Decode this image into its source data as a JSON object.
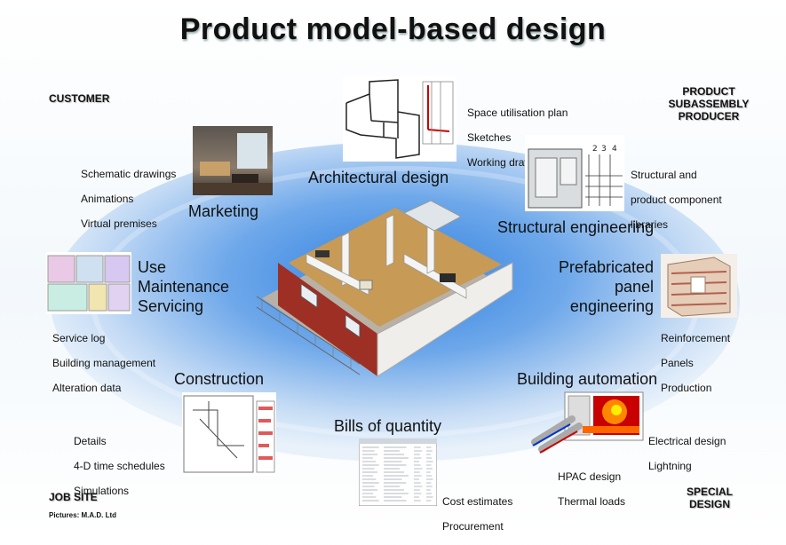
{
  "title": "Product model-based design",
  "corners": {
    "customer": "CUSTOMER",
    "producer": [
      "PRODUCT",
      "SUBASSEMBLY",
      "PRODUCER"
    ],
    "job_site": "JOB SITE",
    "special_design": [
      "SPECIAL",
      "DESIGN"
    ]
  },
  "credit": "Pictures: M.A.D. Ltd",
  "stages": {
    "architectural": {
      "label": "Architectural design",
      "details": [
        "Space utilisation plan",
        "Sketches",
        "Working drawings"
      ]
    },
    "structural": {
      "label": "Structural engineering",
      "details": [
        "Structural and",
        "product component",
        "libraries"
      ]
    },
    "prefab": {
      "label": [
        "Prefabricated",
        "panel",
        "engineering"
      ],
      "details": [
        "Reinforcement",
        "Panels",
        "Production"
      ]
    },
    "automation": {
      "label": "Building automation",
      "details_a": [
        "Electrical design",
        "Lightning"
      ],
      "details_b": [
        "HPAC design",
        "Thermal loads"
      ]
    },
    "bills": {
      "label": "Bills of quantity",
      "details": [
        "Cost estimates",
        "Procurement"
      ]
    },
    "construction": {
      "label": "Construction",
      "details": [
        "Details",
        "4-D time schedules",
        "Simulations"
      ]
    },
    "use": {
      "label": [
        "Use",
        "Maintenance",
        "Servicing"
      ],
      "details": [
        "Service log",
        "Building management",
        "Alteration data"
      ]
    },
    "marketing": {
      "label": "Marketing",
      "details": [
        "Schematic drawings",
        "Animations",
        "Virtual premises"
      ]
    }
  },
  "sketch_numbers": [
    "2",
    "3",
    "4"
  ]
}
